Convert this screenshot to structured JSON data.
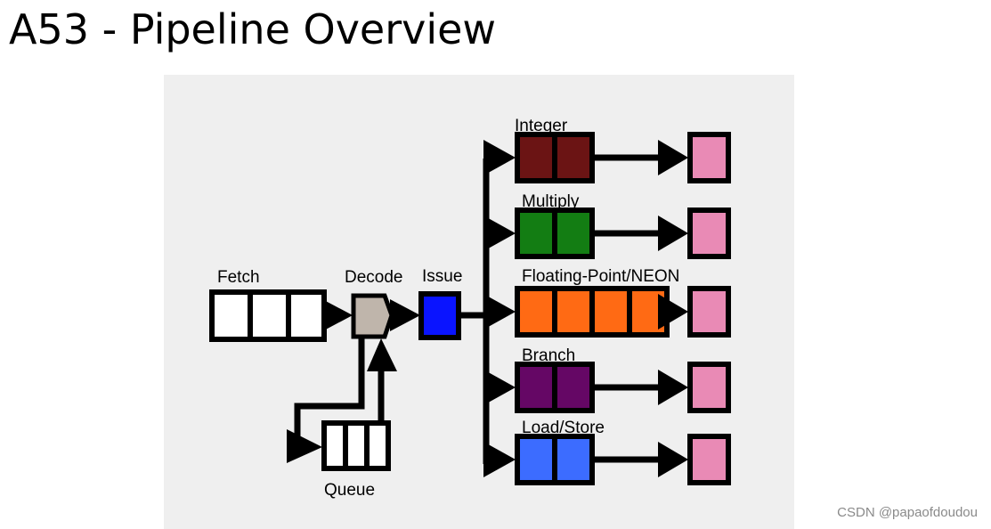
{
  "title": "A53 - Pipeline Overview",
  "watermark": "CSDN @papaofdoudou",
  "stages": {
    "fetch": "Fetch",
    "decode": "Decode",
    "issue": "Issue",
    "queue": "Queue"
  },
  "units": [
    {
      "label": "Integer",
      "color": "#6b1414",
      "blocks": 2
    },
    {
      "label": "Multiply",
      "color": "#137d13",
      "blocks": 2
    },
    {
      "label": "Floating-Point/NEON",
      "color": "#ff6a14",
      "blocks": 4
    },
    {
      "label": "Branch",
      "color": "#650765",
      "blocks": 2
    },
    {
      "label": "Load/Store",
      "color": "#3c6cff",
      "blocks": 2
    }
  ],
  "colors": {
    "decode": "#bfb5ab",
    "issue": "#0a14ff",
    "writeback": "#e98ab5",
    "fetch_queue": "#ffffff"
  }
}
